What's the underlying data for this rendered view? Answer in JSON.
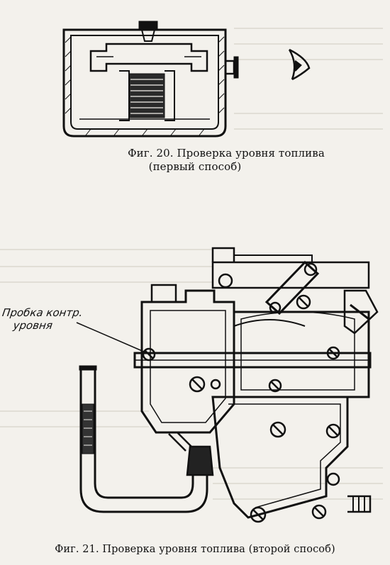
{
  "figure_20": {
    "caption_line1": "Фиг. 20. Проверка уровня топлива",
    "caption_line2": "(первый способ)"
  },
  "figure_21": {
    "callout_line1": "Пробка контр.",
    "callout_line2": "уровня",
    "caption": "Фиг. 21. Проверка уровня топлива (второй способ)"
  }
}
